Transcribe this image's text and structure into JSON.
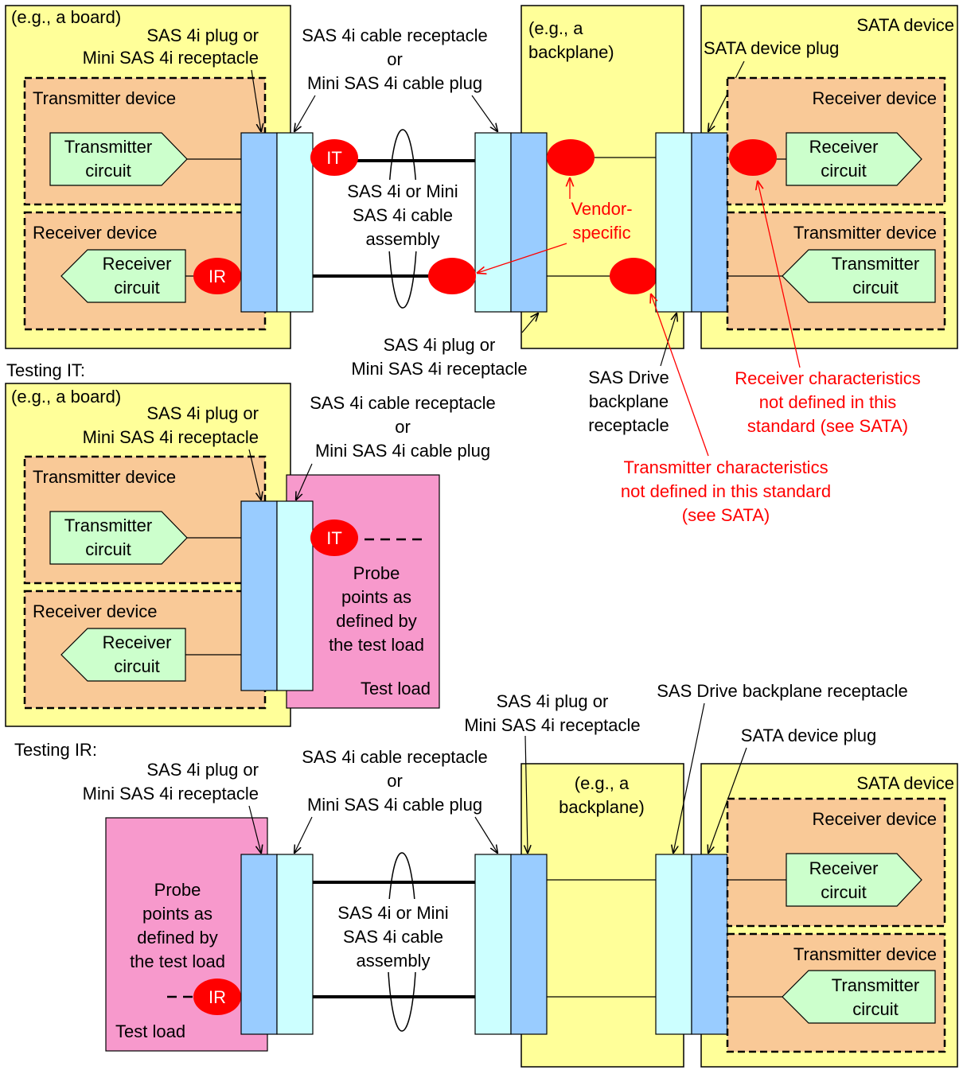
{
  "colors": {
    "yellow_panel": "#ffff99",
    "orange_device": "#f9c997",
    "green_circuit": "#ccffcc",
    "blue_connector": "#99ccff",
    "lightcyan_connector": "#ccffff",
    "pink_test_load": "#f799cc",
    "red_probe": "#ff0000",
    "red_text": "#ff0000"
  },
  "section1": {
    "board_label": "(e.g., a board)",
    "board_plug_line1": "SAS 4i plug or",
    "board_plug_line2": "Mini SAS 4i receptacle",
    "cable_recep_line1": "SAS 4i cable receptacle",
    "cable_recep_line2": "or",
    "cable_recep_line3": "Mini SAS 4i cable plug",
    "backplane_line1": "(e.g., a",
    "backplane_line2": "backplane)",
    "sata_device": "SATA device",
    "sata_plug": "SATA device plug",
    "transmitter_device": "Transmitter device",
    "transmitter_circuit_line1": "Transmitter",
    "transmitter_circuit_line2": "circuit",
    "receiver_device": "Receiver device",
    "receiver_circuit_line1": "Receiver",
    "receiver_circuit_line2": "circuit",
    "probe_it": "IT",
    "probe_ir": "IR",
    "cable_asm_line1": "SAS 4i or Mini",
    "cable_asm_line2": "SAS 4i cable",
    "cable_asm_line3": "assembly",
    "vendor_line1": "Vendor-",
    "vendor_line2": "specific",
    "sata_receiver_device": "Receiver device",
    "sata_receiver_circuit_line1": "Receiver",
    "sata_receiver_circuit_line2": "circuit",
    "sata_transmitter_device": "Transmitter device",
    "sata_transmitter_circuit_line1": "Transmitter",
    "sata_transmitter_circuit_line2": "circuit",
    "bp_plug_line1": "SAS 4i plug or",
    "bp_plug_line2": "Mini SAS 4i receptacle",
    "drive_recep_line1": "SAS Drive",
    "drive_recep_line2": "backplane",
    "drive_recep_line3": "receptacle",
    "rx_note_line1": "Receiver characteristics",
    "rx_note_line2": "not defined in this",
    "rx_note_line3": "standard (see SATA)",
    "tx_note_line1": "Transmitter characteristics",
    "tx_note_line2": "not defined in this standard",
    "tx_note_line3": "(see SATA)"
  },
  "section2": {
    "heading": "Testing IT:",
    "board_label": "(e.g., a board)",
    "board_plug_line1": "SAS 4i plug or",
    "board_plug_line2": "Mini SAS 4i receptacle",
    "cable_recep_line1": "SAS 4i cable receptacle",
    "cable_recep_line2": "or",
    "cable_recep_line3": "Mini SAS 4i cable plug",
    "transmitter_device": "Transmitter device",
    "transmitter_circuit_line1": "Transmitter",
    "transmitter_circuit_line2": "circuit",
    "receiver_device": "Receiver device",
    "receiver_circuit_line1": "Receiver",
    "receiver_circuit_line2": "circuit",
    "probe_it": "IT",
    "probe_points_line1": "Probe",
    "probe_points_line2": "points as",
    "probe_points_line3": "defined by",
    "probe_points_line4": "the test load",
    "test_load": "Test load"
  },
  "section3": {
    "heading": "Testing IR:",
    "plug_line1": "SAS 4i plug or",
    "plug_line2": "Mini SAS 4i receptacle",
    "cable_recep_line1": "SAS 4i cable receptacle",
    "cable_recep_line2": "or",
    "cable_recep_line3": "Mini SAS 4i cable plug",
    "bp_plug_line1": "SAS 4i plug or",
    "bp_plug_line2": "Mini SAS 4i receptacle",
    "drive_recep": "SAS Drive backplane receptacle",
    "sata_plug": "SATA device plug",
    "backplane_line1": "(e.g., a",
    "backplane_line2": "backplane)",
    "sata_device": "SATA device",
    "receiver_device": "Receiver device",
    "receiver_circuit_line1": "Receiver",
    "receiver_circuit_line2": "circuit",
    "transmitter_device": "Transmitter device",
    "transmitter_circuit_line1": "Transmitter",
    "transmitter_circuit_line2": "circuit",
    "probe_points_line1": "Probe",
    "probe_points_line2": "points as",
    "probe_points_line3": "defined by",
    "probe_points_line4": "the test load",
    "test_load": "Test load",
    "probe_ir": "IR",
    "cable_asm_line1": "SAS 4i or Mini",
    "cable_asm_line2": "SAS 4i cable",
    "cable_asm_line3": "assembly"
  }
}
